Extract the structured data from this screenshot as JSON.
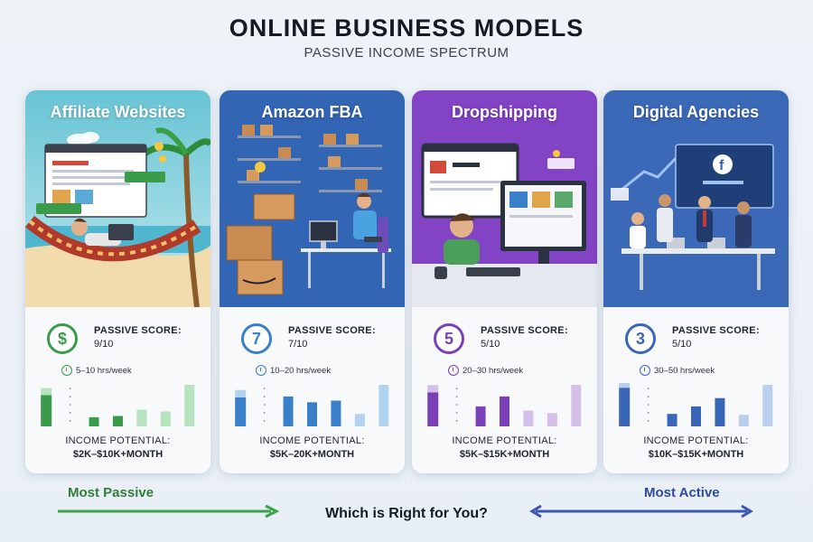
{
  "header": {
    "title": "ONLINE BUSINESS MODELS",
    "subtitle": "PASSIVE INCOME SPECTRUM"
  },
  "score_label": "PASSIVE SCORE:",
  "income_label": "INCOME POTENTIAL:",
  "cards": [
    {
      "title": "Affiliate Websites",
      "badge": "$",
      "score": "9/10",
      "hours": "5–10 hrs/week",
      "income": "$2K–$10K+MONTH",
      "accent": "#3a9b4b",
      "light": "#b8e3c0",
      "bars": [
        {
          "value": 0.75,
          "light": false
        },
        {
          "value": 0.0,
          "light": false
        },
        {
          "value": 0.22,
          "light": false
        },
        {
          "value": 0.25,
          "light": false
        },
        {
          "value": 0.4,
          "light": true
        },
        {
          "value": 0.36,
          "light": true
        },
        {
          "value": 1.0,
          "light": true
        }
      ]
    },
    {
      "title": "Amazon FBA",
      "badge": "7",
      "score": "7/10",
      "hours": "10–20 hrs/week",
      "income": "$5K–20K+MONTH",
      "accent": "#3a7fc9",
      "light": "#b2d3f0",
      "bars": [
        {
          "value": 0.7,
          "light": false
        },
        {
          "value": 0.0,
          "light": false
        },
        {
          "value": 0.72,
          "light": false
        },
        {
          "value": 0.58,
          "light": false
        },
        {
          "value": 0.62,
          "light": false
        },
        {
          "value": 0.3,
          "light": true
        },
        {
          "value": 1.0,
          "light": true
        }
      ]
    },
    {
      "title": "Dropshipping",
      "badge": "5",
      "score": "5/10",
      "hours": "20–30 hrs/week",
      "income": "$5K–$15K+MONTH",
      "accent": "#7b3fb8",
      "light": "#d3bfe9",
      "bars": [
        {
          "value": 0.82,
          "light": false
        },
        {
          "value": 0.0,
          "light": false
        },
        {
          "value": 0.48,
          "light": false
        },
        {
          "value": 0.72,
          "light": false
        },
        {
          "value": 0.38,
          "light": true
        },
        {
          "value": 0.32,
          "light": true
        },
        {
          "value": 1.0,
          "light": true
        }
      ]
    },
    {
      "title": "Digital Agencies",
      "badge": "3",
      "score": "5/10",
      "hours": "30–50 hrs/week",
      "income": "$10K–$15K+MONTH",
      "accent": "#3a66b8",
      "light": "#b8cfee",
      "bars": [
        {
          "value": 0.93,
          "light": false
        },
        {
          "value": 0.0,
          "light": false
        },
        {
          "value": 0.3,
          "light": false
        },
        {
          "value": 0.48,
          "light": false
        },
        {
          "value": 0.68,
          "light": false
        },
        {
          "value": 0.28,
          "light": true
        },
        {
          "value": 1.0,
          "light": true
        }
      ]
    }
  ],
  "footer": {
    "left_label": "Most Passive",
    "right_label": "Most Active",
    "question": "Which is Right for You?",
    "left_color": "#3fa34d",
    "right_color": "#3b57b0"
  }
}
